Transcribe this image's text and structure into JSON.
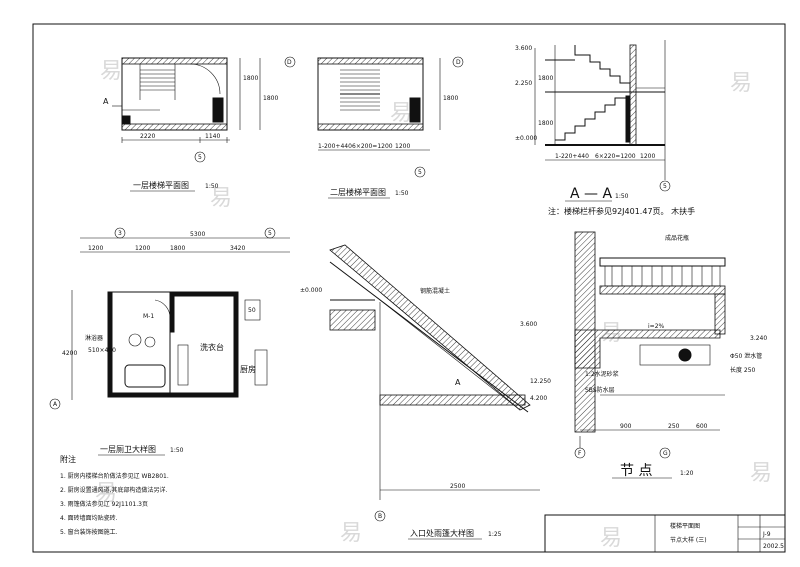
{
  "views": {
    "stair_plan_1": {
      "title": "一层楼梯平面图",
      "scale": "1:50",
      "axis_d": "D",
      "axis_5": "5"
    },
    "stair_plan_2": {
      "title": "二层楼梯平面图",
      "scale": "1:50",
      "axis_d": "D",
      "axis_5": "5"
    },
    "section_aa": {
      "title": "A — A",
      "scale": "1:50",
      "axis_5": "5",
      "note": "注：楼梯栏杆参见92J401.47页。 木扶手"
    },
    "toilet_detail": {
      "title": "一层厕卫大样图",
      "scale": "1:50",
      "axis_3": "3",
      "axis_5": "5",
      "axis_a": "A",
      "dim_total": "5300",
      "label_kitchen": "厨房",
      "label_wash": "洗衣台",
      "label_shower": "淋浴器"
    },
    "canopy_detail": {
      "title": "入口处雨篷大样图",
      "scale": "1:25",
      "axis": "B",
      "dim": "2500"
    },
    "node_detail": {
      "title": "节  点",
      "scale": "1:20",
      "axis_f": "F",
      "axis_g": "G"
    }
  },
  "notes": {
    "heading": "附注",
    "items": [
      "1. 厨房内楼梯台阶做法参见辽    WB2801.",
      "2. 厨房设置通风道,其底部构造做法另详.",
      "3. 雨篷做法参见辽    92J1101.3页",
      "4. 面砖墙面均贴瓷砖.",
      "5. 窗台装饰按图施工."
    ]
  },
  "title_block": {
    "drawing_name": "楼梯平面图",
    "drawing_name2": "节点大样  (三)",
    "sheet_no": "J-9",
    "date": "2002.5"
  },
  "watermark": "易"
}
